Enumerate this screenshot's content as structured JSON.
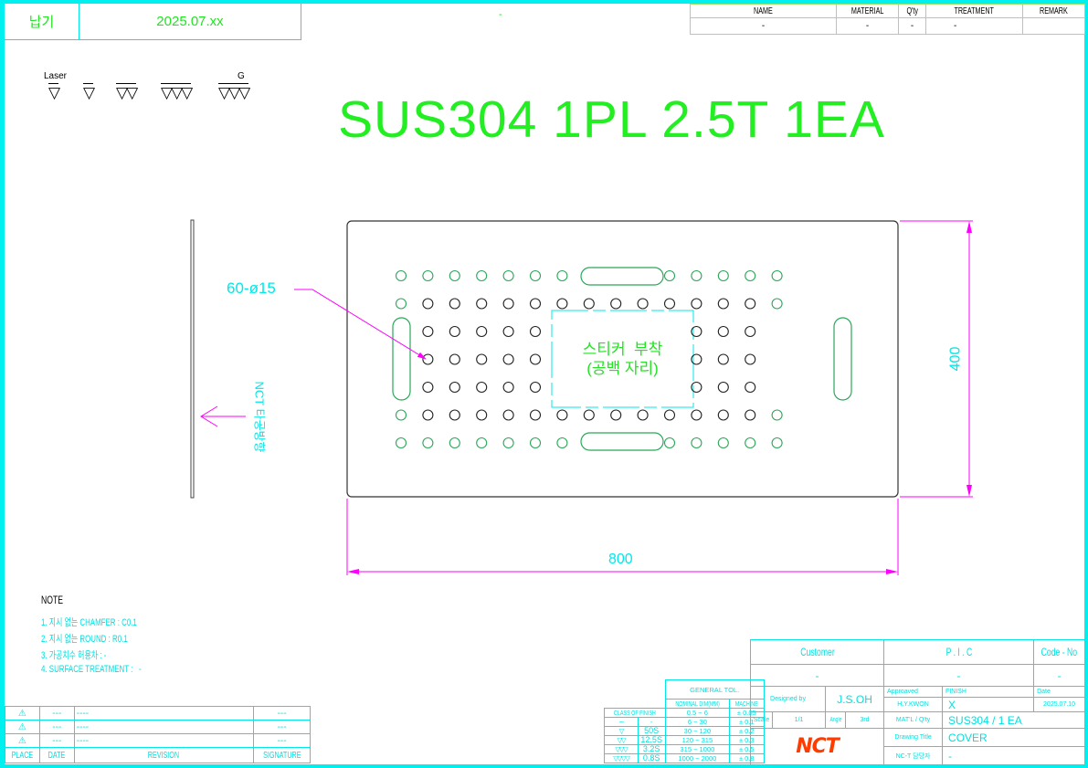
{
  "header": {
    "delivery_label": "납기",
    "delivery_date": "2025.07.xx",
    "center_mark": "-"
  },
  "parts_table": {
    "columns": [
      "NAME",
      "MATERIAL",
      "Q'ty",
      "TREATMENT",
      "REMARK"
    ],
    "values": [
      "-",
      "-",
      "-",
      "-",
      ""
    ]
  },
  "finish_symbols": {
    "laser_label": "Laser",
    "g_label": "G",
    "symbols": [
      "▽",
      "▽",
      "▽▽",
      "▽▽▽",
      "▽▽▽"
    ]
  },
  "title": "SUS304 1PL 2.5T 1EA",
  "drawing": {
    "hole_callout": "60-ø15",
    "sticker_line1": "스티커  부착",
    "sticker_line2": "(공백 자리)",
    "direction_label": "NCT 타공방향",
    "width_dim": "800",
    "height_dim": "400",
    "grid_cols": 15,
    "grid_rows": 7,
    "colors": {
      "outline": "#333333",
      "hole_black": "#222222",
      "hole_green": "#2aa85a",
      "dimension": "#ff00ff",
      "dim_text": "#00e8e8",
      "sticker_box": "#00e8e8",
      "sticker_text": "#22e422"
    }
  },
  "notes": {
    "heading": "NOTE",
    "items": [
      "1. 지시 없는 CHAMFER : C0.1",
      "2. 지시 없는 ROUND : R0.1",
      "3. 가공치수 허용차 : -",
      "4. SURFACE TREATMENT :   -"
    ]
  },
  "revision_table": {
    "rows": [
      {
        "place": "⚠",
        "date": "---",
        "revision": "----",
        "signature": "---"
      },
      {
        "place": "⚠",
        "date": "---",
        "revision": "----",
        "signature": "---"
      },
      {
        "place": "⚠",
        "date": "---",
        "revision": "----",
        "signature": "---"
      }
    ],
    "headers": [
      "PLACE",
      "DATE",
      "REVISION",
      "SIGNATURE"
    ]
  },
  "tolerance_table": {
    "title": "GENERAL TOL.",
    "col_nominal": "NOMINAL DIM(MM)",
    "col_machine": "MACHINE",
    "col_class": "CLASS OF FINISH",
    "rows": [
      {
        "symbol": "",
        "finish": "",
        "nominal": "0.5  ~  6",
        "tol": "± 0.05"
      },
      {
        "symbol": "∼",
        "finish": "-",
        "nominal": "6  ~  30",
        "tol": "± 0.1"
      },
      {
        "symbol": "▽",
        "finish": "50S",
        "nominal": "30  ~  120",
        "tol": "± 0.2"
      },
      {
        "symbol": "▽▽",
        "finish": "12.5S",
        "nominal": "120  ~  315",
        "tol": "± 0.3"
      },
      {
        "symbol": "▽▽▽",
        "finish": "3.2S",
        "nominal": "315  ~  1000",
        "tol": "± 0.5"
      },
      {
        "symbol": "▽▽▽▽",
        "finish": "0.8S",
        "nominal": "1000  ~  2000",
        "tol": "± 0.8"
      }
    ]
  },
  "title_block": {
    "customer_label": "Customer",
    "customer_value": "-",
    "pic_label": "P . I . C",
    "pic_value": "-",
    "code_label": "Code - No",
    "code_value": "-",
    "designed_by_label": "Designed by",
    "designed_by_value": "J.S.OH",
    "approved_label": "Approaved",
    "approved_value": "H.Y.KWON",
    "finish_label": "FINISH",
    "finish_value": "X",
    "date_label": "Date",
    "date_value": "2025.07.10",
    "scale_label": "Scale",
    "scale_value": "1/1",
    "angle_label": "Angle",
    "angle_value": "3rd",
    "matl_label": "MAT'L / Q'ty",
    "matl_value": "SUS304 / 1 EA",
    "drawing_title_label": "Drawing Title",
    "drawing_title_value": "COVER",
    "manager_label": "NC-T 담당자",
    "manager_value": "-",
    "logo_text": "NCT"
  }
}
